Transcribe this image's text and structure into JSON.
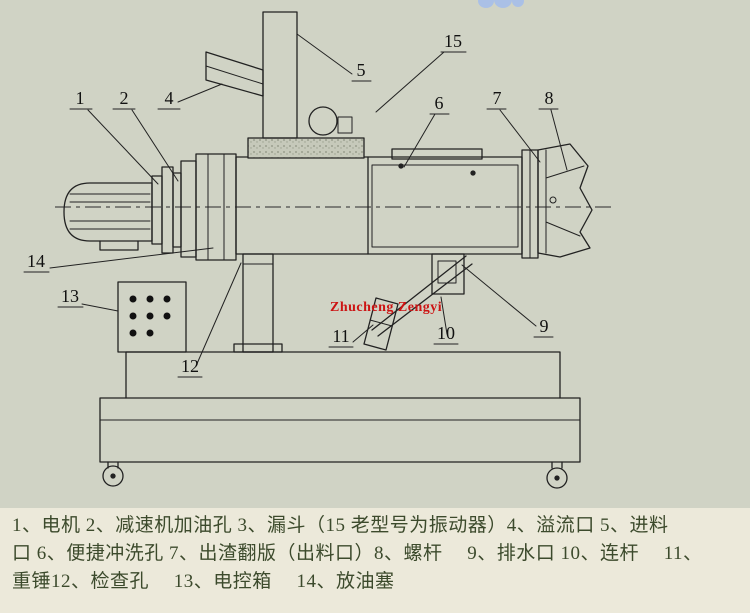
{
  "diagram": {
    "labels": {
      "n1": "1",
      "n2": "2",
      "n4": "4",
      "n5": "5",
      "n6": "6",
      "n7": "7",
      "n8": "8",
      "n9": "9",
      "n10": "10",
      "n11": "11",
      "n12": "12",
      "n13": "13",
      "n14": "14",
      "n15": "15"
    },
    "watermark": "Zhucheng Zengyi"
  },
  "caption": {
    "lines": [
      "1、电机 2、减速机加油孔 3、漏斗（15 老型号为振动器）4、溢流口 5、进料",
      "口 6、便捷冲洗孔 7、出渣翻版（出料口）8、螺杆　 9、排水口 10、连杆　 11、",
      "重锤12、检查孔　 13、电控箱　 14、放油塞"
    ]
  },
  "colors": {
    "diagram_background": "#d0d3c5",
    "caption_background": "#ece9da",
    "line_color": "#222222",
    "red_watermark": "#cc1414",
    "caption_text": "#3c4a2c",
    "blue_watermark": "#a9c0e8"
  }
}
